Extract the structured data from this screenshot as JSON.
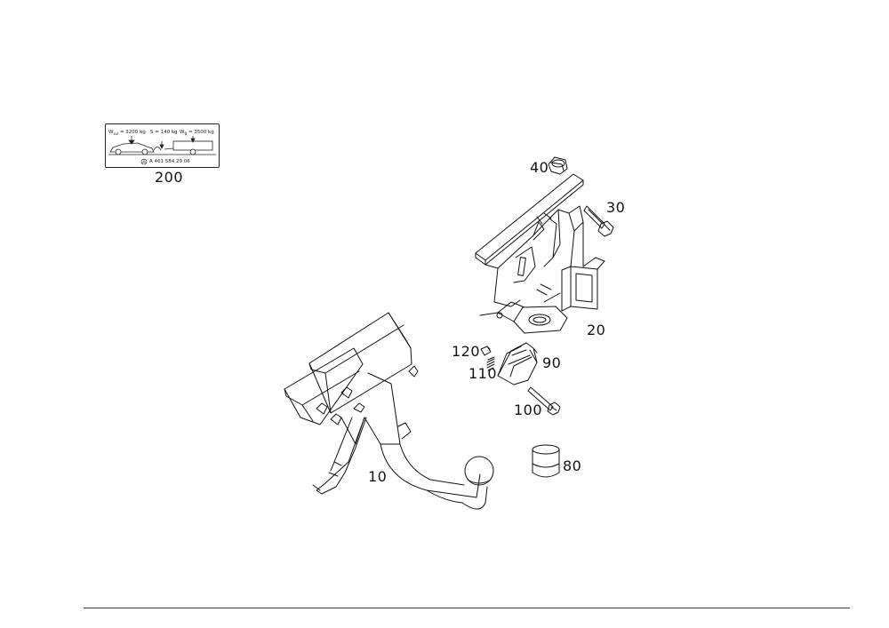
{
  "placard": {
    "text_w_zul": "W",
    "text_w_zul_sub": "zul",
    "text_w_zul_val": "= 3200 kg",
    "text_s": "S = 140 kg",
    "text_w_b": "W",
    "text_w_b_sub": "B",
    "text_w_b_val": "= 3500 kg",
    "part_number": "A 461 584 29 06"
  },
  "callouts": {
    "c10": "10",
    "c20": "20",
    "c30": "30",
    "c40": "40",
    "c80": "80",
    "c90": "90",
    "c100": "100",
    "c110": "110",
    "c120": "120",
    "c200": "200"
  }
}
